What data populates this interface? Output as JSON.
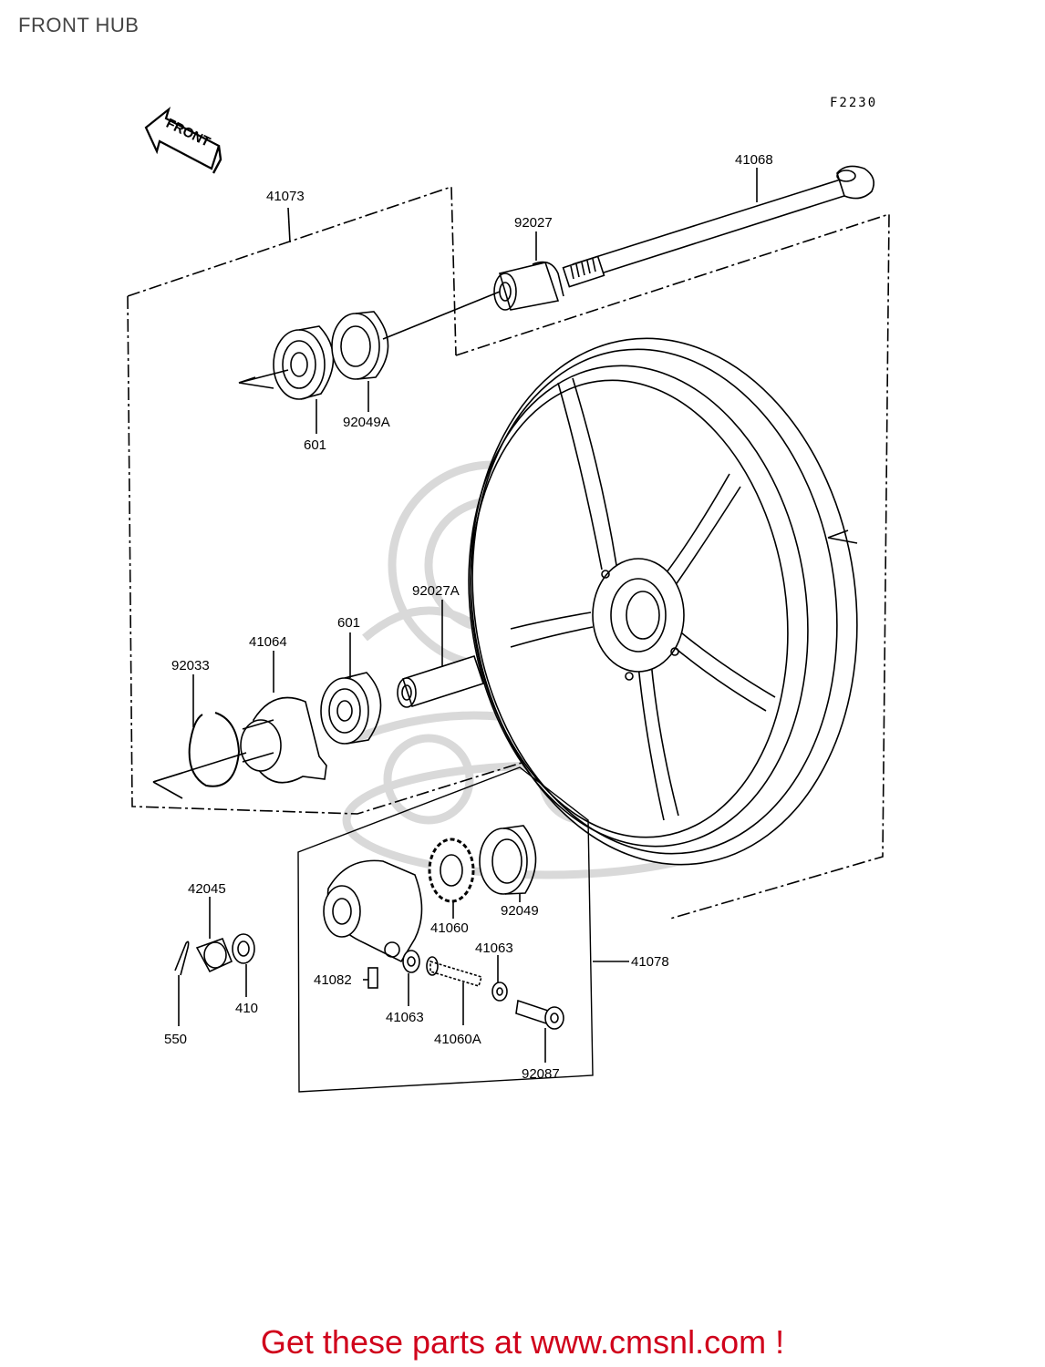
{
  "title": "FRONT HUB",
  "diagram_ref": "F2230",
  "front_label": "FRONT",
  "labels": {
    "p41068": "41068",
    "p41073": "41073",
    "p92027": "92027",
    "p601_top": "601",
    "p92049A": "92049A",
    "p92027A": "92027A",
    "p601_mid": "601",
    "p41064": "41064",
    "p92033": "92033",
    "p42045": "42045",
    "p410": "410",
    "p550": "550",
    "p41060": "41060",
    "p92049": "92049",
    "p41063_right": "41063",
    "p41082": "41082",
    "p41063_left": "41063",
    "p41060A": "41060A",
    "p92087": "92087",
    "p41078": "41078"
  },
  "promo": "Get these parts at www.cmsnl.com !",
  "colors": {
    "promo": "#d0021b",
    "title": "#444444",
    "line": "#000000",
    "watermark": "#d9d9d9"
  }
}
